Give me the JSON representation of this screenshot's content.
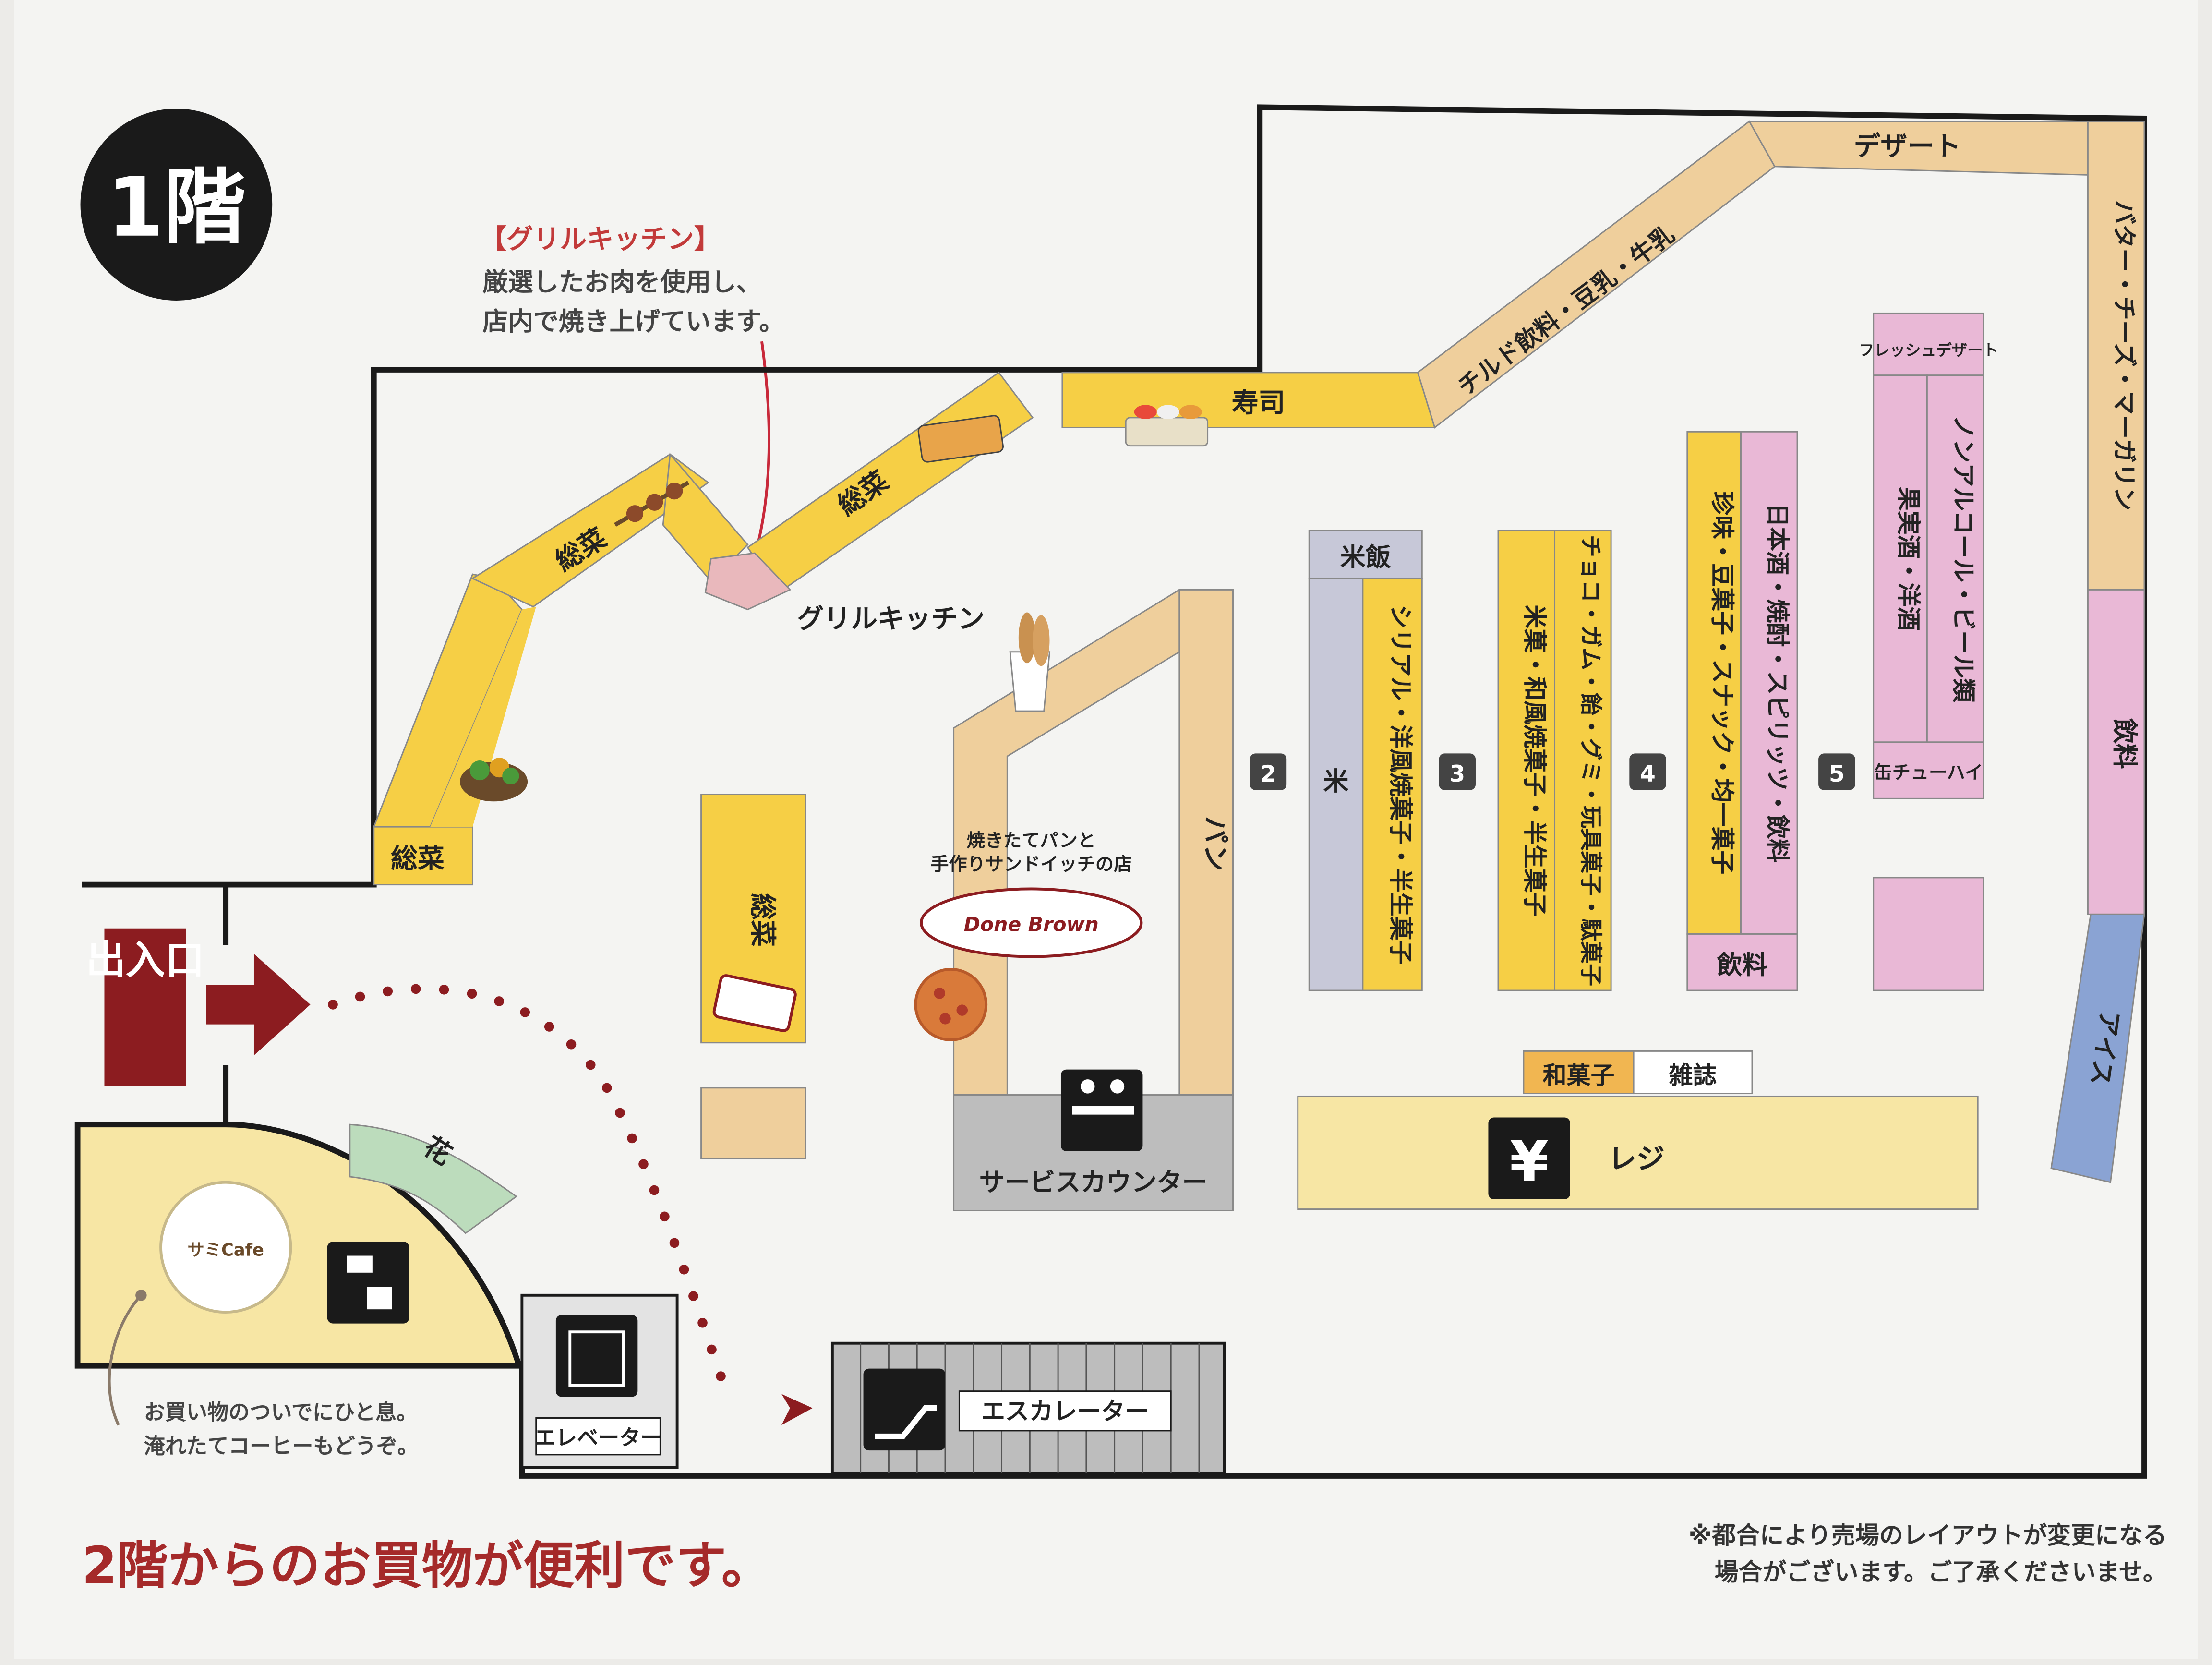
{
  "floor": {
    "label": "1階"
  },
  "grill_callout": {
    "title": "【グリルキッチン】",
    "line1": "厳選したお肉を使用し、",
    "line2": "店内で焼き上げています。"
  },
  "sections": {
    "sozai_1": "総菜",
    "sozai_2": "総菜",
    "sozai_3": "総菜",
    "sozai_4": "総菜",
    "grill_kitchen": "グリルキッチン",
    "sushi": "寿司",
    "chilled": "チルド飲料・豆乳・牛乳",
    "dessert": "デザート",
    "butter": "バター・チーズ・マーガリン",
    "drinks_right": "飲料",
    "ice": "アイス",
    "fresh_dessert": "フレッシュデザート",
    "fruit_liquor": "果実酒・洋酒",
    "non_alcohol": "ノンアルコール・ビール類",
    "can_chuhai": "缶チューハイ",
    "sake": "日本酒・焼酎・スピリッツ・飲料",
    "snacks": "珍味・豆菓子・スナック・均一菓子",
    "drinks_aisle5": "飲料",
    "chocolate": "チョコ・ガム・飴・グミ・玩具菓子・駄菓子",
    "rice_crackers": "米菓・和風焼菓子・半生菓子",
    "cereal": "シリアル・洋風焼菓子・半生菓子",
    "rice": "米",
    "cooked_rice": "米飯",
    "bread": "パン",
    "wagashi": "和菓子",
    "magazines": "雑誌",
    "register": "レジ",
    "service_counter": "サービスカウンター",
    "flowers": "花",
    "elevator": "エレベーター",
    "escalator": "エスカレーター",
    "entrance": "出入口"
  },
  "aisles": [
    "2",
    "3",
    "4",
    "5"
  ],
  "bakery": {
    "line1": "焼きたてパンと",
    "line2": "手作りサンドイッチの店",
    "logo": "Done Brown"
  },
  "cafe": {
    "logo": "サミCafe",
    "note1": "お買い物のついでにひと息。",
    "note2": "淹れたてコーヒーもどうぞ。"
  },
  "footer": {
    "promo": "2階からのお買物が便利です。",
    "notice1": "※都合により売場のレイアウトが変更になる",
    "notice2": "場合がございます。ご了承くださいませ。"
  },
  "colors": {
    "yellow": "#f6cf45",
    "orange": "#f1b651",
    "tan": "#efcf9c",
    "lightyellow": "#f7e6a4",
    "pink": "#e9b8d6",
    "lavender": "#c7c8d8",
    "blue": "#8aa3d3",
    "green": "#bcdcbc",
    "gray": "#bdbdbd",
    "maroon": "#8c1c20",
    "black": "#1a1a1a"
  },
  "icons": [
    "floor-badge",
    "entrance-arrow-icon",
    "yen-icon",
    "service-counter-icon",
    "cafe-seat-icon",
    "elevator-icon",
    "escalator-icon",
    "bread-icon",
    "pizza-icon",
    "bento-icon",
    "skewer-icon",
    "salad-icon",
    "sushi-icon"
  ]
}
